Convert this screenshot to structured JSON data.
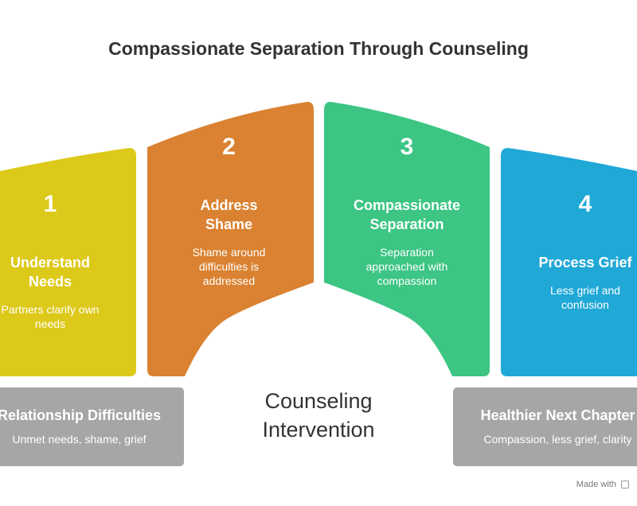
{
  "title": "Compassionate Separation Through Counseling",
  "colors": {
    "step1": "#DDC91A",
    "step2": "#DA8231",
    "step3": "#3CC583",
    "step4": "#20A8D7",
    "box": "#A6A6A6",
    "title_text": "#333333"
  },
  "steps": [
    {
      "number": "1",
      "title": "Understand Needs",
      "description": "Partners clarify own needs"
    },
    {
      "number": "2",
      "title": "Address Shame",
      "description": "Shame around difficulties is addressed"
    },
    {
      "number": "3",
      "title": "Compassionate Separation",
      "description": "Separation approached with compassion"
    },
    {
      "number": "4",
      "title": "Process Grief",
      "description": "Less grief and confusion"
    }
  ],
  "start_box": {
    "title": "Relationship Difficulties",
    "description": "Unmet needs, shame, grief"
  },
  "end_box": {
    "title": "Healthier Next Chapter",
    "description": "Compassion, less grief, clarity"
  },
  "center_label": "Counseling Intervention",
  "footer": "Made with"
}
